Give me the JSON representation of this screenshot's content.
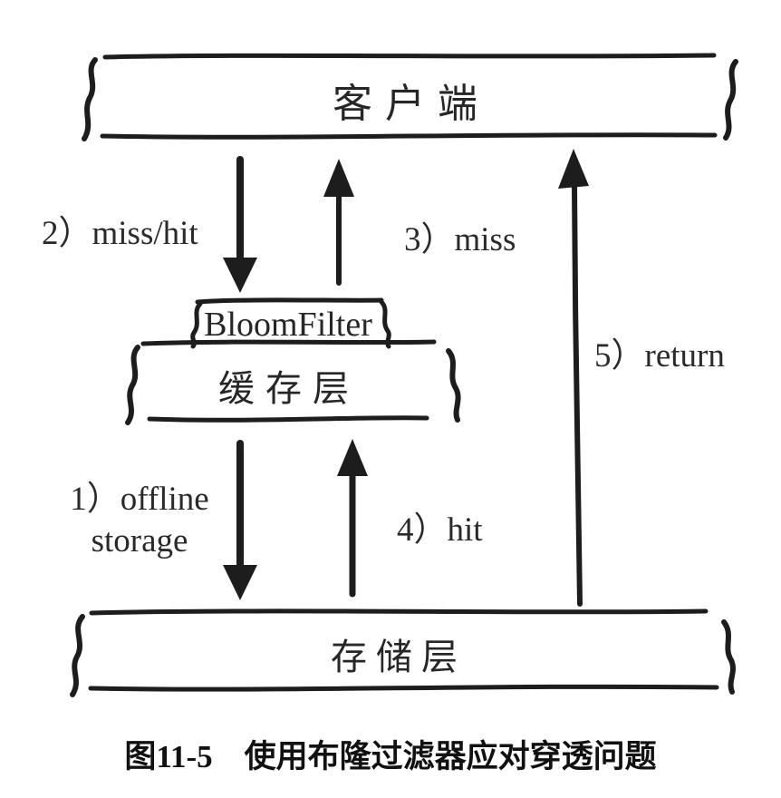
{
  "figure": {
    "caption": "图11-5　使用布隆过滤器应对穿透问题"
  },
  "nodes": {
    "client": "客户端",
    "bloom_filter": "BloomFilter",
    "cache": "缓存层",
    "storage": "存储层"
  },
  "flows": {
    "step1": {
      "line1": "1）offline",
      "line2": "storage",
      "from": "缓存层",
      "to": "存储层",
      "direction": "down"
    },
    "step2": {
      "label": "2）miss/hit",
      "from": "客户端",
      "to": "BloomFilter",
      "direction": "down"
    },
    "step3": {
      "label": "3）miss",
      "from": "BloomFilter",
      "to": "客户端",
      "direction": "up"
    },
    "step4": {
      "label": "4）hit",
      "from": "存储层",
      "to": "缓存层",
      "direction": "up"
    },
    "step5": {
      "label": "5）return",
      "from": "存储层",
      "to": "客户端",
      "direction": "up"
    }
  },
  "colors": {
    "ink": "#1d1d1d",
    "background": "#ffffff"
  }
}
